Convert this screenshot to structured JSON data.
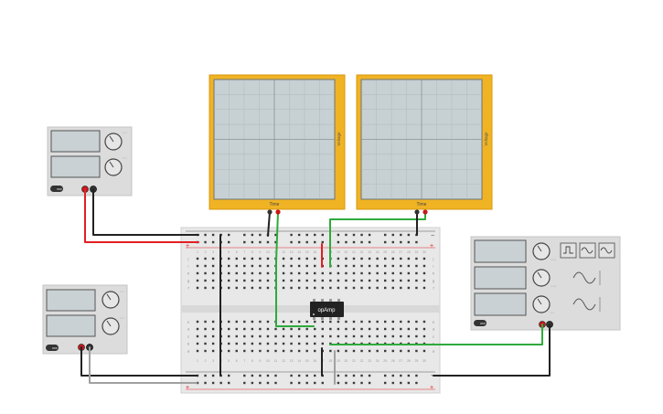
{
  "oscilloscopes": [
    {
      "name": "Voltage",
      "time_label": "Time"
    },
    {
      "name": "Voltage",
      "time_label": "Time"
    }
  ],
  "power_supplies": [
    {
      "button_label": "OFF",
      "knob_labels": [
        "Cur",
        "Cur"
      ]
    },
    {
      "button_label": "OFF",
      "knob_labels": [
        "Cur",
        "Cur"
      ]
    }
  ],
  "function_generator": {
    "button_label": "OFF",
    "knob_labels": [
      "Freq",
      "Ampl",
      "DC"
    ],
    "waveforms": [
      "square-wave-icon",
      "triangle-wave-icon",
      "sine-wave-icon"
    ]
  },
  "breadboard": {
    "row_letters_top": [
      "j",
      "i",
      "h",
      "g",
      "f"
    ],
    "row_letters_bottom": [
      "e",
      "d",
      "c",
      "b",
      "a"
    ],
    "column_numbers": [
      "1",
      "2",
      "3",
      "4",
      "5",
      "6",
      "7",
      "8",
      "9",
      "10",
      "11",
      "12",
      "13",
      "14",
      "15",
      "16",
      "17",
      "18",
      "19",
      "20",
      "21",
      "22",
      "23",
      "24",
      "25",
      "26",
      "27",
      "28",
      "29",
      "30"
    ],
    "rail_plus": "+",
    "rail_minus": "−"
  },
  "chip": {
    "label": "opAmp"
  },
  "colors": {
    "scope_frame": "#f0b323",
    "scope_screen": "#c7d0d2",
    "wire_green": "#2eaa3c",
    "wire_red": "#e31e24",
    "wire_black": "#222222",
    "wire_gray": "#a0a0a0"
  }
}
